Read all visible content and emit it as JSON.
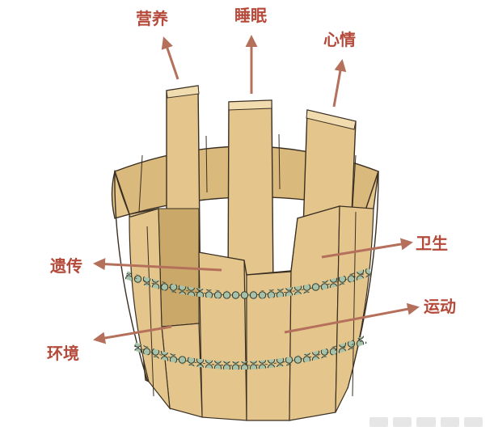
{
  "labels": {
    "nutrition": "营养",
    "sleep": "睡眠",
    "mood": "心情",
    "hygiene": "卫生",
    "genetics": "遗传",
    "exercise": "运动",
    "environment": "环境"
  },
  "colors": {
    "label": "#b5493a",
    "arrow": "#b5705c",
    "wood": "#e4c68d",
    "wood_dark": "#c9a86a",
    "wood_inner": "#d9b97c",
    "outline": "#3a2f22",
    "rope": "#a7c2a8"
  }
}
